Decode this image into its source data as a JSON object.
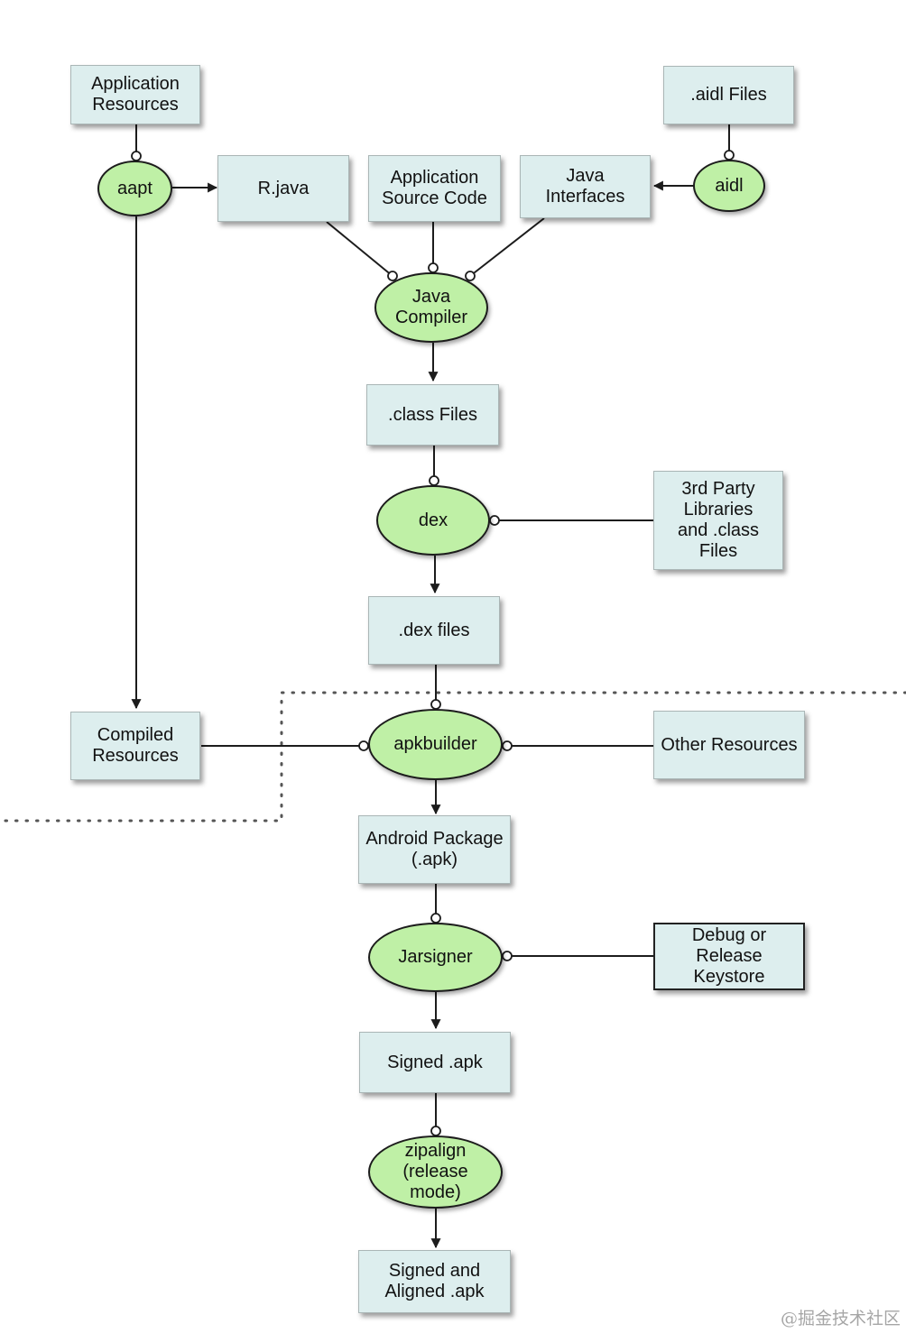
{
  "boxes": {
    "app_resources": "Application\nResources",
    "aidl_files": ".aidl Files",
    "r_java": "R.java",
    "app_source": "Application\nSource Code",
    "java_interfaces": "Java\nInterfaces",
    "class_files": ".class Files",
    "third_party": "3rd Party\nLibraries\nand .class\nFiles",
    "dex_files": ".dex files",
    "compiled_resources": "Compiled\nResources",
    "other_resources": "Other Resources",
    "android_package": "Android Package\n(.apk)",
    "keystore": "Debug or\nRelease\nKeystore",
    "signed_apk": "Signed .apk",
    "signed_aligned": "Signed and\nAligned .apk"
  },
  "tools": {
    "aapt": "aapt",
    "aidl": "aidl",
    "java_compiler": "Java\nCompiler",
    "dex": "dex",
    "apkbuilder": "apkbuilder",
    "jarsigner": "Jarsigner",
    "zipalign": "zipalign\n(release\nmode)"
  },
  "colors": {
    "box_fill": "#ddeeee",
    "tool_fill": "#bff0a6",
    "line": "#1c1c1c"
  },
  "watermark": "@掘金技术社区"
}
